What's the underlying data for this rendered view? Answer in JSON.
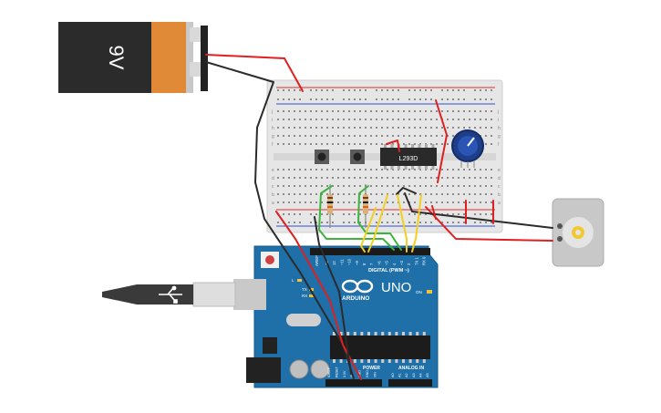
{
  "battery": {
    "label": "9V"
  },
  "ic": {
    "label": "L293D"
  },
  "arduino": {
    "brand": "ARDUINO",
    "model": "UNO",
    "on_label": "ON",
    "aref_label": "AREF",
    "digital_label": "DIGITAL (PWM ~)",
    "power_label": "POWER",
    "analog_label": "ANALOG IN",
    "tx_label": "TX",
    "rx_label": "RX",
    "l_label": "L",
    "digital_pins": [
      "13",
      "12",
      "~11",
      "~10",
      "~9",
      "8",
      "7",
      "~6",
      "~5",
      "4",
      "~3",
      "2",
      "TX 1",
      "RX 0"
    ],
    "analog_pins": [
      "A0",
      "A1",
      "A2",
      "A3",
      "A4",
      "A5"
    ],
    "power_pins": [
      "IOREF",
      "RESET",
      "3.3V",
      "5V",
      "GND",
      "GND",
      "VIN"
    ]
  },
  "breadboard": {
    "row_letters_top": [
      "j",
      "i",
      "h",
      "g",
      "f"
    ],
    "row_letters_bottom": [
      "e",
      "d",
      "c",
      "b",
      "a"
    ]
  },
  "colors": {
    "wire_red": "#e02020",
    "wire_black": "#2b2b2b",
    "wire_yellow": "#f0d020",
    "wire_green": "#3cb43c",
    "arduino_board": "#1f6fa8",
    "breadboard": "#e8e8e8"
  }
}
